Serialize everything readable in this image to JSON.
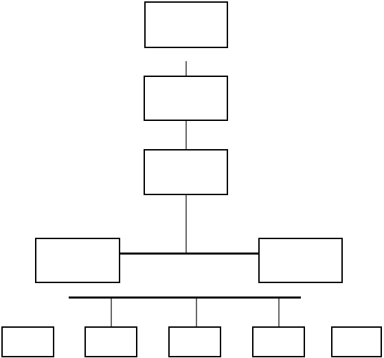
{
  "diagram": {
    "nodes": [
      {
        "id": "top-box",
        "label": ""
      },
      {
        "id": "second-box",
        "label": ""
      },
      {
        "id": "third-box",
        "label": ""
      },
      {
        "id": "mid-left-box",
        "label": ""
      },
      {
        "id": "mid-right-box",
        "label": ""
      },
      {
        "id": "bottom-box-1",
        "label": ""
      },
      {
        "id": "bottom-box-2",
        "label": ""
      },
      {
        "id": "bottom-box-3",
        "label": ""
      },
      {
        "id": "bottom-box-4",
        "label": ""
      },
      {
        "id": "bottom-box-5",
        "label": ""
      }
    ],
    "edges": [
      {
        "from": "top-box",
        "to": "second-box"
      },
      {
        "from": "second-box",
        "to": "third-box"
      },
      {
        "from": "third-box",
        "to": "mid-left-box"
      },
      {
        "from": "third-box",
        "to": "mid-right-box"
      },
      {
        "from": "mid-left-box",
        "to": "mid-right-box"
      },
      {
        "from": "bottom-bus",
        "to": "bottom-box-2"
      },
      {
        "from": "bottom-bus",
        "to": "bottom-box-3"
      },
      {
        "from": "bottom-bus",
        "to": "bottom-box-4"
      }
    ]
  }
}
